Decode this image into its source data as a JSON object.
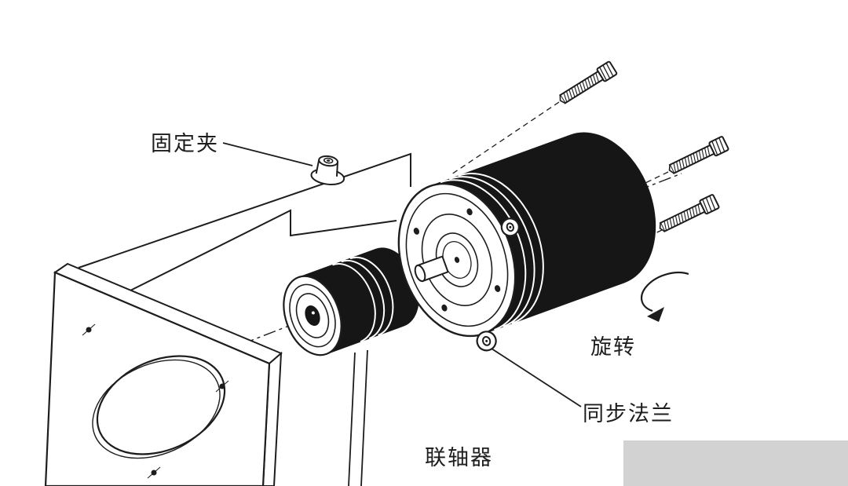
{
  "colors": {
    "background": "#ffffff",
    "line": "#1d1d1d",
    "solid_fill": "#161616",
    "watermark": "#d2d2d2"
  },
  "labels": {
    "fixing_clamp": "固定夹",
    "coupling": "联轴器",
    "sync_flange": "同步法兰",
    "rotation": "旋转"
  },
  "figure": {
    "screw_count": 3
  }
}
